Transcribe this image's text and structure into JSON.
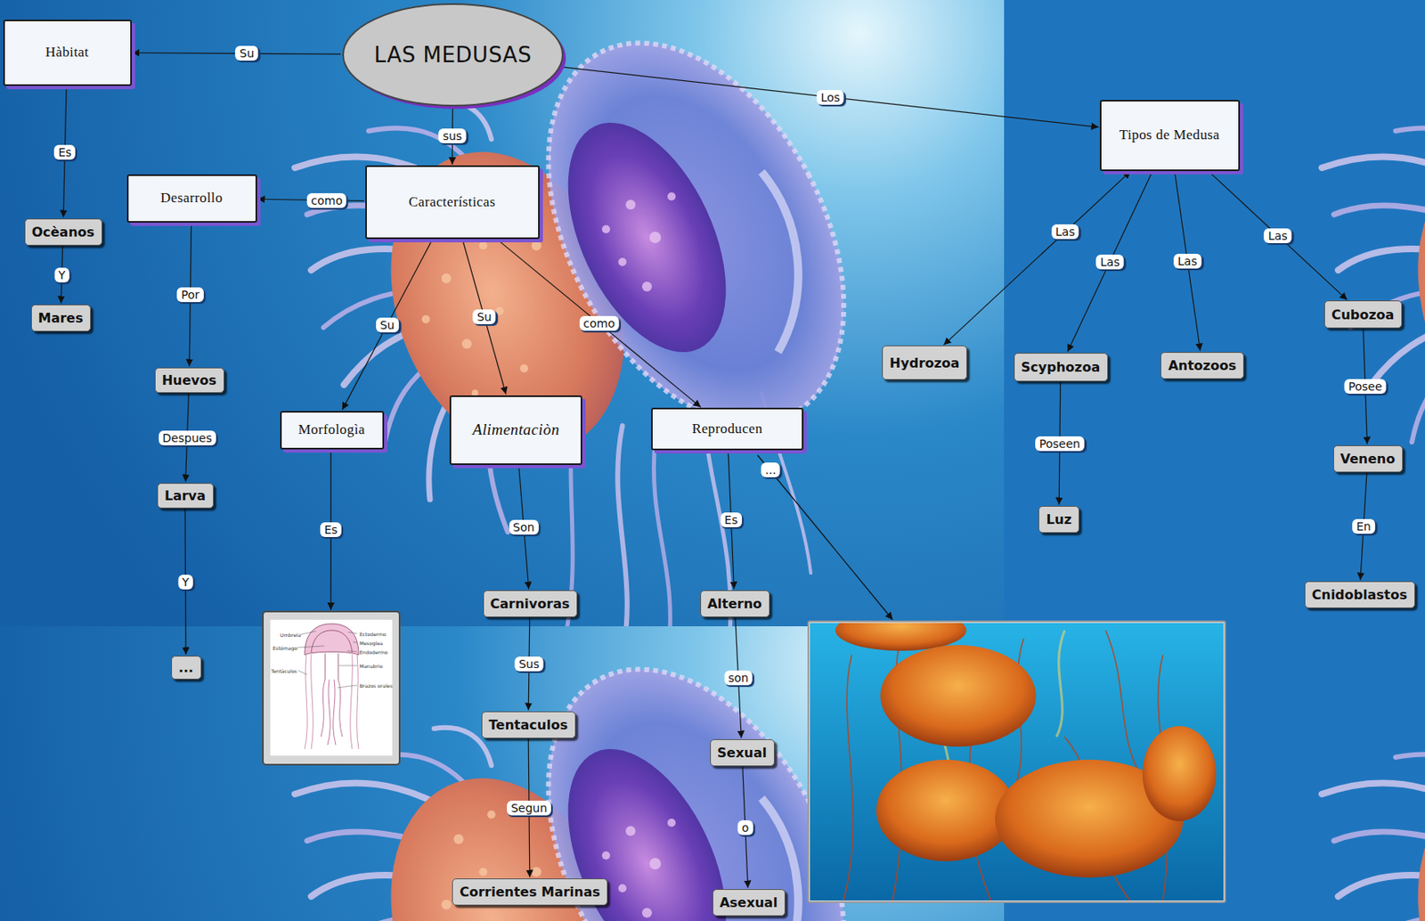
{
  "diagram": {
    "title": "LAS MEDUSAS",
    "nodes": [
      {
        "text": [
          "LAS MEDUSAS"
        ]
      },
      {
        "text": [
          "Hàbitat"
        ]
      },
      {
        "text": [
          "Ocèanos"
        ]
      },
      {
        "text": [
          "Mares"
        ]
      },
      {
        "text": [
          "Características"
        ]
      },
      {
        "text": [
          "Desarrollo"
        ]
      },
      {
        "text": [
          "Huevos"
        ]
      },
      {
        "text": [
          "Larva"
        ]
      },
      {
        "text": [
          "..."
        ]
      },
      {
        "text": [
          "Morfologìa"
        ]
      },
      {
        "text": [
          "Alimentaciòn"
        ]
      },
      {
        "text": [
          "Reproducen"
        ]
      },
      {
        "text": [
          "Carnivoras"
        ]
      },
      {
        "text": [
          "Tentaculos"
        ]
      },
      {
        "text": [
          "Corrientes Marinas"
        ]
      },
      {
        "text": [
          "Alterno"
        ]
      },
      {
        "text": [
          "Sexual"
        ]
      },
      {
        "text": [
          "Asexual"
        ]
      },
      {
        "text": [
          "Tipos de Medusa"
        ]
      },
      {
        "text": [
          "Hydrozoa"
        ]
      },
      {
        "text": [
          "Scyphozoa"
        ]
      },
      {
        "text": [
          "Antozoos"
        ]
      },
      {
        "text": [
          "Luz"
        ]
      },
      {
        "text": [
          "Cubozoa"
        ]
      },
      {
        "text": [
          "Veneno"
        ]
      },
      {
        "text": [
          "Cnidoblastos"
        ]
      }
    ],
    "edges": [
      {
        "from": 0,
        "to": 1,
        "label": "Su",
        "arrow": "to"
      },
      {
        "from": 1,
        "to": 2,
        "label": "Es",
        "arrow": "to"
      },
      {
        "from": 2,
        "to": 3,
        "label": "Y",
        "arrow": "to"
      },
      {
        "from": 0,
        "to": 4,
        "label": "sus",
        "arrow": "to"
      },
      {
        "from": 0,
        "to": 18,
        "label": "Los",
        "arrow": "to"
      },
      {
        "from": 4,
        "to": 5,
        "label": "como",
        "arrow": "to"
      },
      {
        "from": 5,
        "to": 6,
        "label": "Por",
        "arrow": "to"
      },
      {
        "from": 6,
        "to": 7,
        "label": "Despues",
        "arrow": "to"
      },
      {
        "from": 7,
        "to": 8,
        "label": "Y",
        "arrow": "to"
      },
      {
        "from": 4,
        "to": 9,
        "label": "Su",
        "arrow": "to"
      },
      {
        "from": 4,
        "to": 10,
        "label": "Su",
        "arrow": "to"
      },
      {
        "from": 4,
        "to": 11,
        "label": "como",
        "arrow": "to"
      },
      {
        "from": 10,
        "to": 12,
        "label": "Son",
        "arrow": "to"
      },
      {
        "from": 12,
        "to": 13,
        "label": "Sus",
        "arrow": "to"
      },
      {
        "from": 13,
        "to": 14,
        "label": "Segun",
        "arrow": "to"
      },
      {
        "from": 11,
        "to": 15,
        "label": "Es",
        "arrow": "to"
      },
      {
        "from": 15,
        "to": 16,
        "label": "son",
        "arrow": "to"
      },
      {
        "from": 16,
        "to": 17,
        "label": "o",
        "arrow": "to"
      },
      {
        "from": 18,
        "to": 19,
        "label": "Las",
        "arrow": "both"
      },
      {
        "from": 18,
        "to": 20,
        "label": "Las",
        "arrow": "to"
      },
      {
        "from": 18,
        "to": 21,
        "label": "Las",
        "arrow": "to"
      },
      {
        "from": 18,
        "to": 23,
        "label": "Las",
        "arrow": "to"
      },
      {
        "from": 20,
        "to": 22,
        "label": "Poseen",
        "arrow": "to"
      },
      {
        "from": 23,
        "to": 24,
        "label": "Posee",
        "arrow": "to"
      },
      {
        "from": 24,
        "to": 25,
        "label": "En",
        "arrow": "to"
      }
    ],
    "labels": [
      "Es",
      "...",
      "Umbrela",
      "Estómago",
      "Tentáculos",
      "Ectodermo",
      "Mesoglea",
      "Endodermo",
      "Manubrio",
      "Brazos orales"
    ]
  }
}
